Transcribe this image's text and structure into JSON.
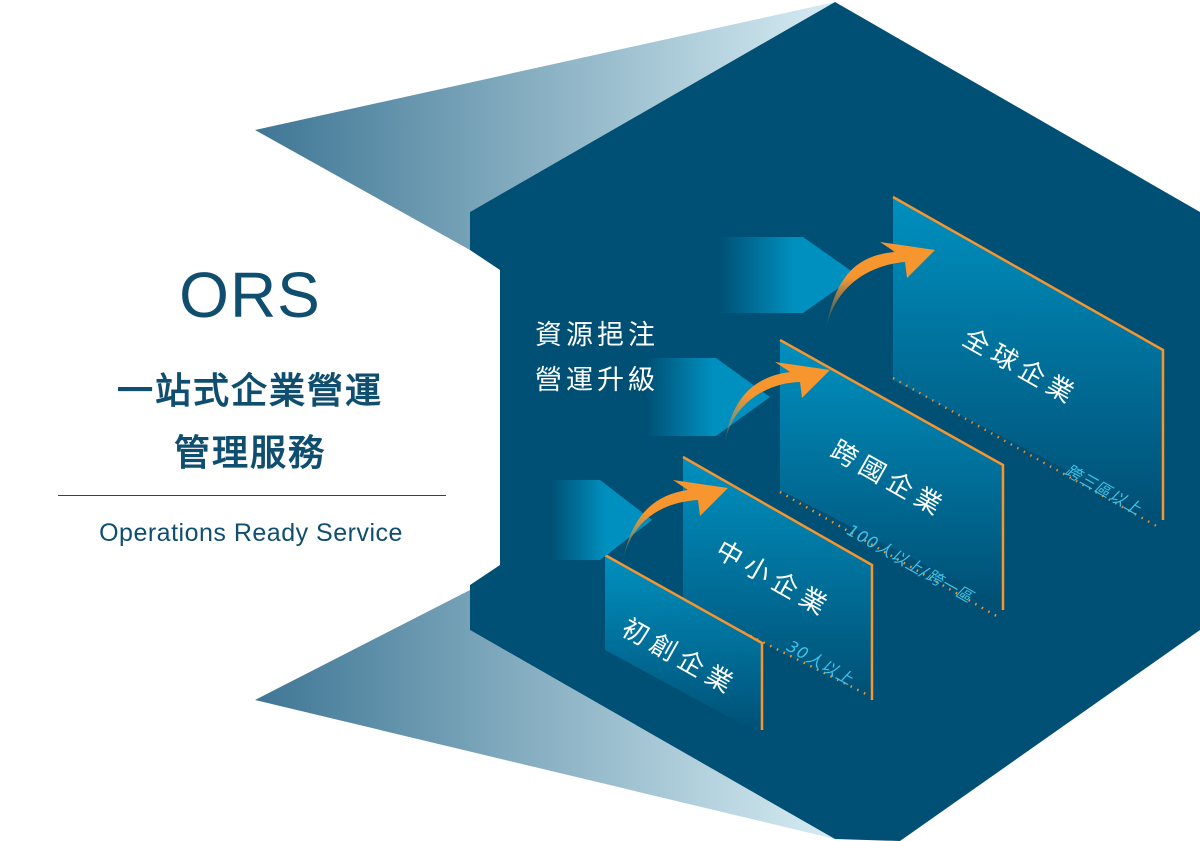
{
  "title": {
    "acronym": "ORS",
    "line1": "一站式企業營運",
    "line2": "管理服務",
    "english": "Operations Ready Service"
  },
  "side_text": {
    "line1": "資源挹注",
    "line2": "營運升級"
  },
  "stages": [
    {
      "label": "初創企業",
      "note": ""
    },
    {
      "label": "中小企業",
      "note": "30人以上"
    },
    {
      "label": "跨國企業",
      "note": "100人以上/跨一區"
    },
    {
      "label": "全球企業",
      "note": "跨三區以上"
    }
  ],
  "colors": {
    "primary": "#0f4e6e",
    "hexagon": "#004f74",
    "panel": "#0090bf",
    "accent": "#f7952f",
    "note": "#3fc3e8"
  }
}
